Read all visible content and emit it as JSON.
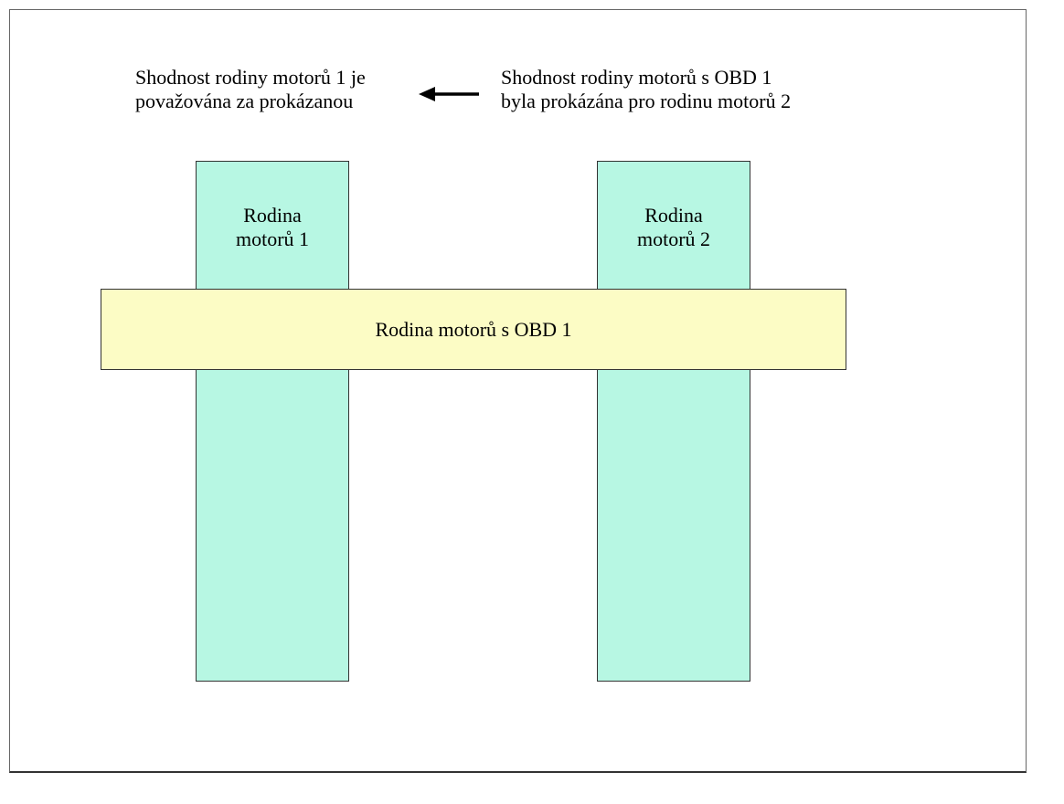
{
  "notes": {
    "left": {
      "line1": "Shodnost rodiny motorů 1 je",
      "line2": "považována za prokázanou"
    },
    "right": {
      "line1": "Shodnost rodiny motorů s OBD 1",
      "line2": "byla prokázána pro rodinu motorů 2"
    }
  },
  "engine_families": [
    {
      "line1": "Rodina",
      "line2": "motorů 1"
    },
    {
      "line1": "Rodina",
      "line2": "motorů 2"
    }
  ],
  "obd_family": {
    "label": "Rodina motorů s OBD 1"
  },
  "colors": {
    "engine_family_fill": "#b7f7e3",
    "obd_family_fill": "#fcfcc5",
    "stroke": "#333333"
  },
  "icons": {
    "arrow": "arrow-left-icon"
  }
}
